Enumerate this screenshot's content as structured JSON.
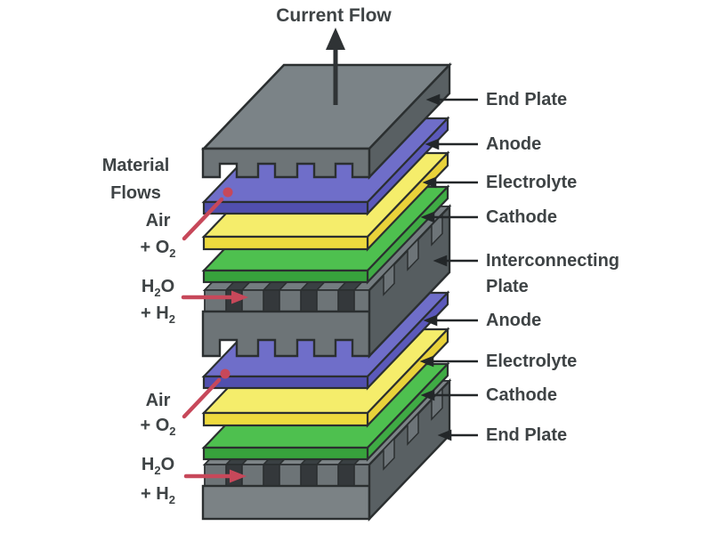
{
  "top_arrow": {
    "label": "Current Flow"
  },
  "left_column": {
    "material_flows": {
      "line1": "Material",
      "line2": "Flows"
    },
    "air_label": "Air",
    "o2_label": {
      "pre": "+ O",
      "sub": "2"
    },
    "h2o_label": {
      "p1": "H",
      "sub": "2",
      "p2": "O"
    },
    "h2_label": {
      "pre": "+ H",
      "sub": "2"
    }
  },
  "right_labels": [
    {
      "label": "End Plate"
    },
    {
      "label": "Anode"
    },
    {
      "label": "Electrolyte"
    },
    {
      "label": "Cathode"
    },
    {
      "label": "Interconnecting",
      "label2": "Plate"
    },
    {
      "label": "Anode"
    },
    {
      "label": "Electrolyte"
    },
    {
      "label": "Cathode"
    },
    {
      "label": "End Plate"
    }
  ],
  "layers": [
    {
      "name": "End Plate",
      "color": "#7b8387"
    },
    {
      "name": "Anode",
      "color": "#6f6ec9"
    },
    {
      "name": "Electrolyte",
      "color": "#f5ed6b"
    },
    {
      "name": "Cathode",
      "color": "#4ec04f"
    },
    {
      "name": "Interconnecting Plate",
      "color": "#6d7477"
    },
    {
      "name": "Anode",
      "color": "#6f6ec9"
    },
    {
      "name": "Electrolyte",
      "color": "#f5ed6b"
    },
    {
      "name": "Cathode",
      "color": "#4ec04f"
    },
    {
      "name": "End Plate",
      "color": "#7b8387"
    }
  ],
  "colors": {
    "anode": "#6f6ec9",
    "anode_front": "#514fae",
    "electrolyte": "#f5ed6b",
    "electrolyte_front": "#eeda3e",
    "cathode": "#4ec04f",
    "cathode_front": "#37a23c",
    "plate_top": "#7b8387",
    "plate_front": "#6d7477",
    "plate_side": "#596063",
    "channel_dark": "#34383b",
    "outline": "#2b2f30",
    "flow_arrow": "#c7485a",
    "connector": "#232729",
    "text": "#3e4345",
    "background": "#ffffff"
  }
}
